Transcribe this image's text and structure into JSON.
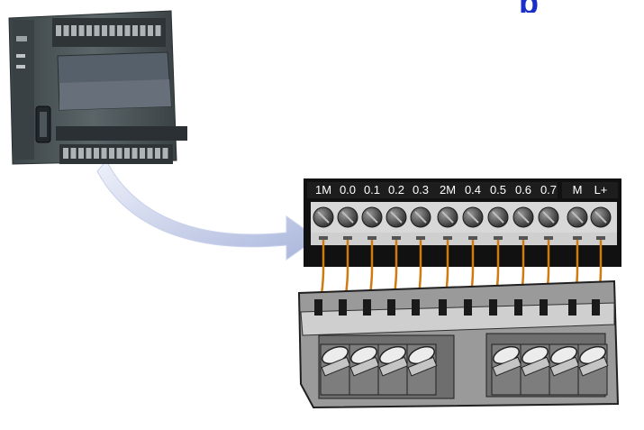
{
  "terminal_labels": [
    "1M",
    "0.0",
    "0.1",
    "0.2",
    "0.3",
    "2M",
    "0.4",
    "0.5",
    "0.6",
    "0.7",
    "M",
    "L+"
  ],
  "colors": {
    "arrow": "#b9c4e4",
    "wire": "#d07a10",
    "header": "#1d1d1d",
    "screw_block": "#d8d8d8",
    "plc_body": "#4a5356",
    "connector_body": "#9a9a9a"
  },
  "icons": [
    "plc-module-icon",
    "terminal-block-icon",
    "connector-plug-icon",
    "arrow-icon"
  ]
}
